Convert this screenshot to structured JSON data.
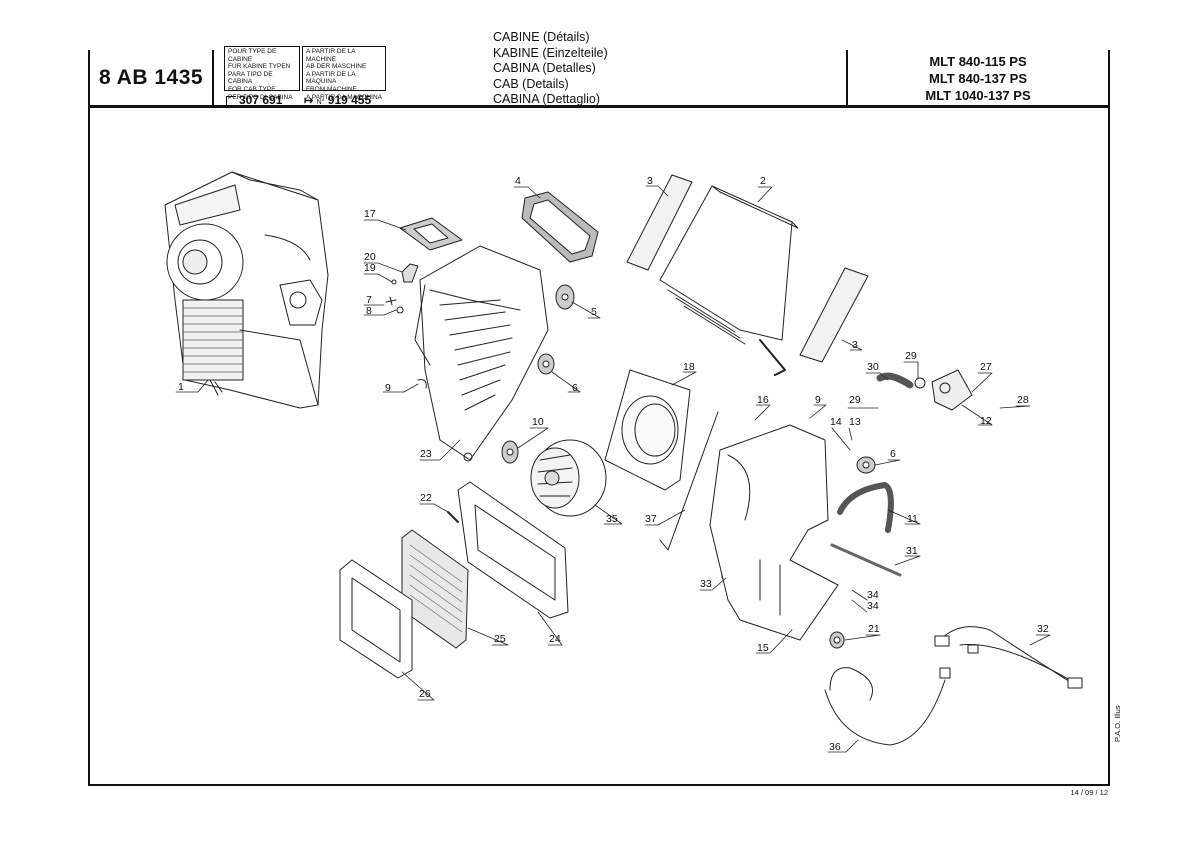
{
  "header": {
    "ref_number": "8 AB 1435",
    "cab_type_lines": [
      "POUR TYPE DE CABINE",
      "FUR KABINE TYPEN",
      "PARA TIPO DE CABINA",
      "FOR CAB TYPE",
      "PER TIPO DI CABINA"
    ],
    "machine_lines": [
      "A PARTIR DE LA MACHINE",
      "AB DER MASCHINE",
      "A PARTIR DE LA MAQUINA",
      "FROM MACHINE",
      "A PARTIR DA MACCHINA"
    ],
    "cab_type_code": "307 691",
    "machine_code_prefix": "N°",
    "machine_code": "919 455",
    "titles": [
      "CABINE (Détails)",
      "KABINE (Einzelteile)",
      "CABINA (Detalles)",
      "CAB (Details)",
      "CABINA (Dettaglio)"
    ],
    "models": [
      "MLT 840-115 PS",
      "MLT 840-137 PS",
      "MLT 1040-137 PS"
    ]
  },
  "callouts": [
    "1",
    "17",
    "20",
    "19",
    "7",
    "8",
    "9",
    "23",
    "4",
    "5",
    "6",
    "10",
    "22",
    "35",
    "25",
    "24",
    "26",
    "3",
    "2",
    "3",
    "18",
    "37",
    "16",
    "9",
    "14",
    "13",
    "6",
    "11",
    "31",
    "33",
    "34",
    "34",
    "15",
    "21",
    "29",
    "30",
    "29",
    "27",
    "28",
    "12",
    "32",
    "36"
  ],
  "footer": {
    "date": "14 / 09 / 12",
    "vertical_note": "P.A.O. Illus"
  }
}
